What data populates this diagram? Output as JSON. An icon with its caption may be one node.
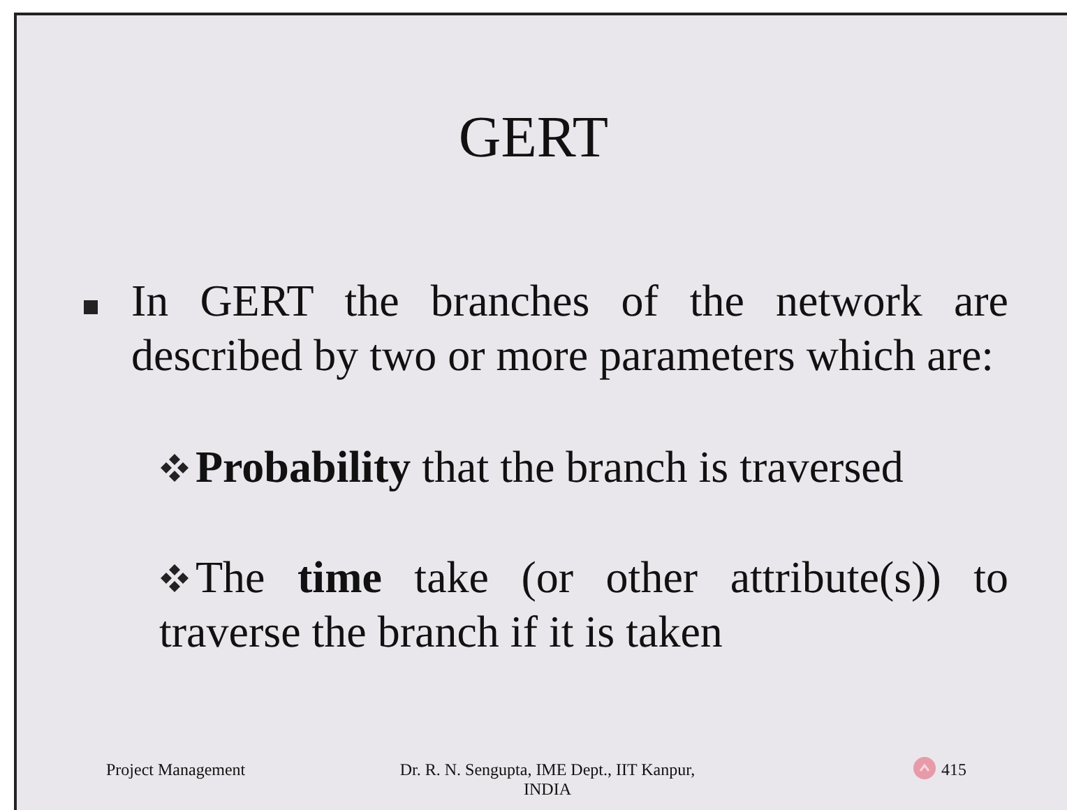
{
  "diagram": {
    "title": "GERT",
    "labels": [
      "In GERT the branches of the network are described by two or more parameters which are:",
      "**Probability** that the branch is traversed",
      "The **time** take (or other attribute(s)) to traverse the branch if it is taken",
      "Project Management",
      "Dr. R. N. Sengupta, IME Dept., IIT Kanpur, INDIA",
      "415"
    ]
  }
}
